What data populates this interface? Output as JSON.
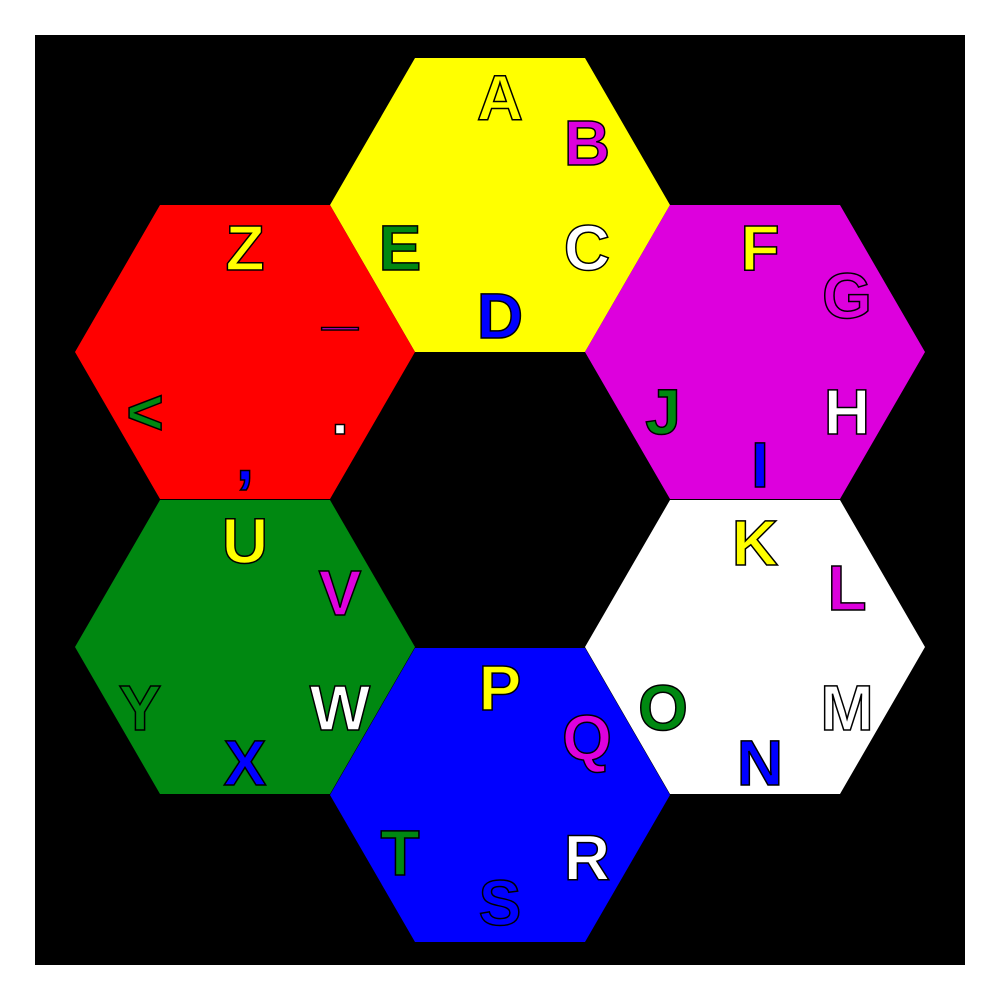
{
  "colors": {
    "background": "#000000",
    "page": "#ffffff",
    "yellow": "#ffff00",
    "magenta": "#dd00dd",
    "white": "#ffffff",
    "blue": "#0000ff",
    "green": "#008811",
    "red": "#ff0000"
  },
  "hexagons": [
    {
      "name": "yellow",
      "fill": "#ffff00",
      "letters": [
        {
          "char": "A",
          "color": "#ffff00"
        },
        {
          "char": "B",
          "color": "#dd00dd"
        },
        {
          "char": "C",
          "color": "#ffffff"
        },
        {
          "char": "D",
          "color": "#0000ff"
        },
        {
          "char": "E",
          "color": "#008811"
        }
      ]
    },
    {
      "name": "magenta",
      "fill": "#dd00dd",
      "letters": [
        {
          "char": "F",
          "color": "#ffff00"
        },
        {
          "char": "G",
          "color": "#dd00dd"
        },
        {
          "char": "H",
          "color": "#ffffff"
        },
        {
          "char": "I",
          "color": "#0000ff"
        },
        {
          "char": "J",
          "color": "#008811"
        }
      ]
    },
    {
      "name": "white",
      "fill": "#ffffff",
      "letters": [
        {
          "char": "K",
          "color": "#ffff00"
        },
        {
          "char": "L",
          "color": "#dd00dd"
        },
        {
          "char": "M",
          "color": "#ffffff"
        },
        {
          "char": "N",
          "color": "#0000ff"
        },
        {
          "char": "O",
          "color": "#008811"
        }
      ]
    },
    {
      "name": "blue",
      "fill": "#0000ff",
      "letters": [
        {
          "char": "P",
          "color": "#ffff00"
        },
        {
          "char": "Q",
          "color": "#dd00dd"
        },
        {
          "char": "R",
          "color": "#ffffff"
        },
        {
          "char": "S",
          "color": "#0000ff"
        },
        {
          "char": "T",
          "color": "#008811"
        }
      ]
    },
    {
      "name": "green",
      "fill": "#008811",
      "letters": [
        {
          "char": "U",
          "color": "#ffff00"
        },
        {
          "char": "V",
          "color": "#dd00dd"
        },
        {
          "char": "W",
          "color": "#ffffff"
        },
        {
          "char": "X",
          "color": "#0000ff"
        },
        {
          "char": "Y",
          "color": "#008811"
        }
      ]
    },
    {
      "name": "red",
      "fill": "#ff0000",
      "letters": [
        {
          "char": "Z",
          "color": "#ffff00"
        },
        {
          "char": "_",
          "color": "#dd00dd"
        },
        {
          "char": ".",
          "color": "#ffffff"
        },
        {
          "char": ",",
          "color": "#0000ff"
        },
        {
          "char": "<",
          "color": "#008811"
        }
      ]
    }
  ]
}
